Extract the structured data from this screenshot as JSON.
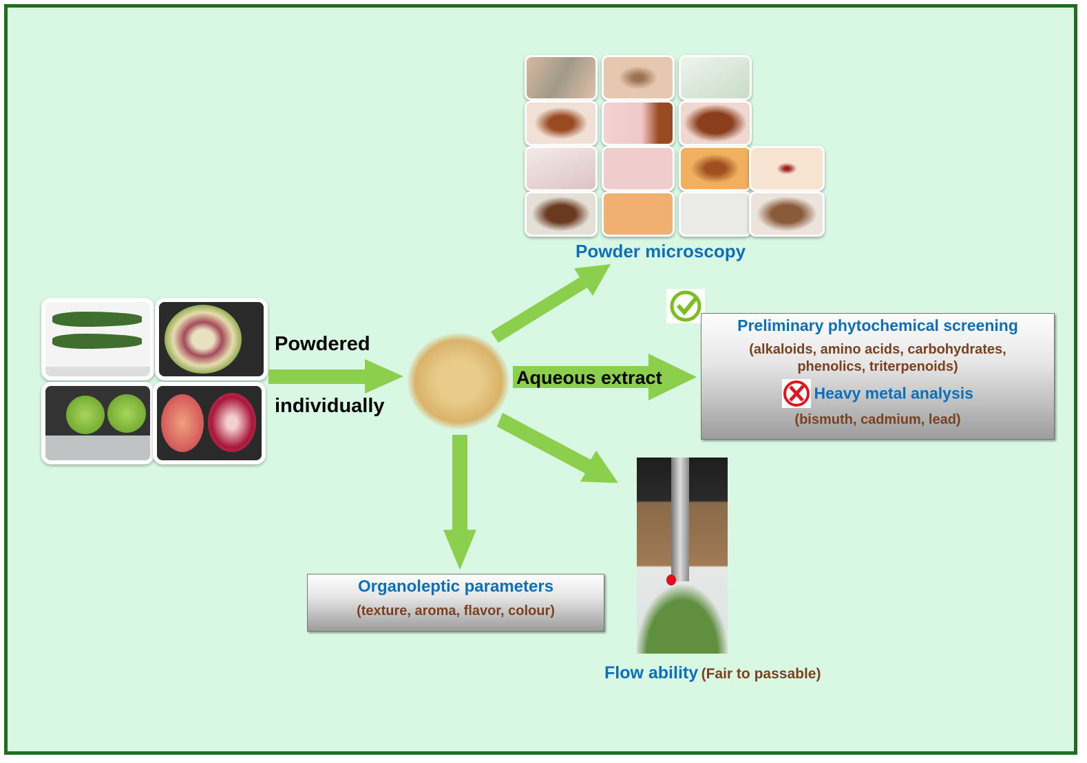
{
  "colors": {
    "background": "#d9f8e4",
    "frame": "#1f6e1f",
    "arrow": "#8ccf4d",
    "heading": "#0c6fb8",
    "detail": "#7a4120"
  },
  "labels": {
    "powdered": "Powdered",
    "individually": "individually",
    "aqueous_extract": "Aqueous extract",
    "powder_microscopy": "Powder microscopy",
    "phytochemical_title": "Preliminary phytochemical screening",
    "phytochemical_detail_1": "(alkaloids, amino acids, carbohydrates,",
    "phytochemical_detail_2": "phenolics, triterpenoids)",
    "heavy_metal_title": "Heavy metal analysis",
    "heavy_metal_detail": "(bismuth, cadmium, lead)",
    "organoleptic_title": "Organoleptic parameters",
    "organoleptic_detail": "(texture, aroma, flavor, colour)",
    "flow_title": "Flow ability",
    "flow_detail": "(Fair to passable)"
  },
  "icons": {
    "check": "check-circle-icon",
    "cross": "x-circle-icon"
  }
}
